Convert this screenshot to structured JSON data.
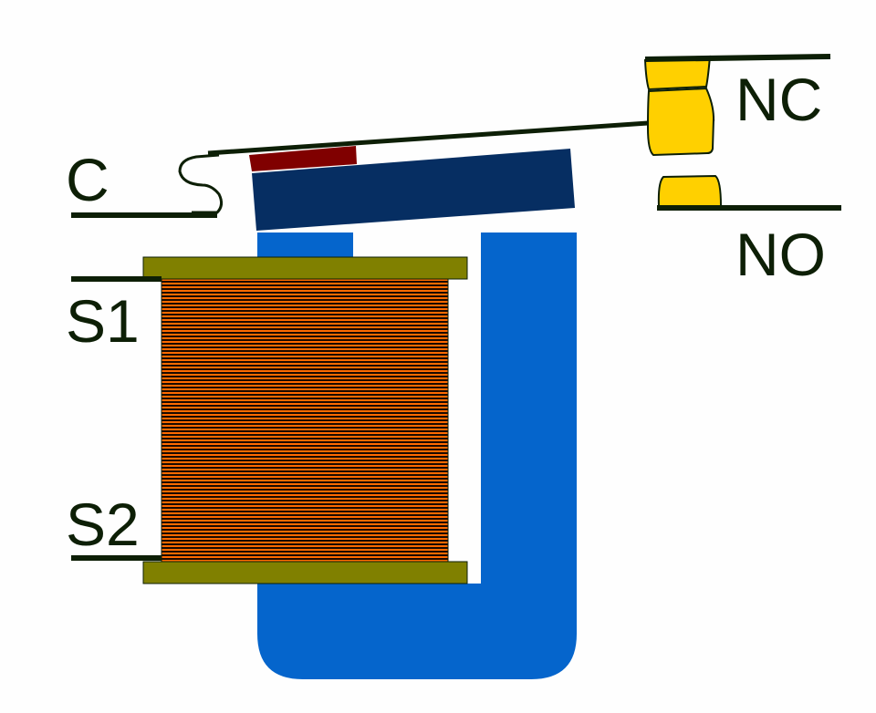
{
  "title": "Relay diagram",
  "labels": {
    "common": "C",
    "normally_closed": "NC",
    "normally_open": "NO",
    "coil_terminal_1": "S1",
    "coil_terminal_2": "S2"
  },
  "colors": {
    "line": "#0d1f06",
    "core": "#0565cc",
    "armature": "#062e62",
    "armature_pad": "#800000",
    "bobbin": "#808000",
    "coil_wire": "#ff6a00",
    "contact": "#ffd000"
  }
}
